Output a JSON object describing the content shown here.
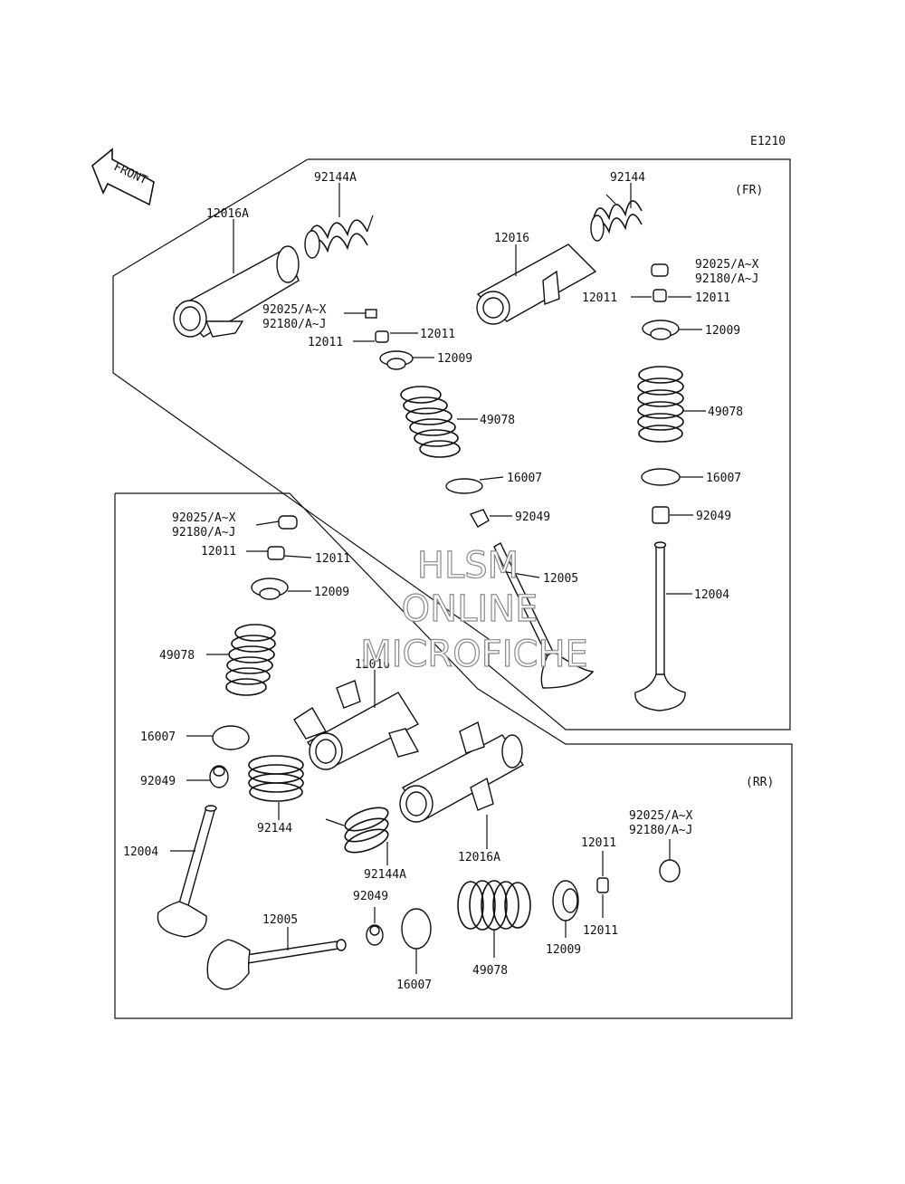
{
  "diagram": {
    "code": "E1210",
    "front_label": "FRONT",
    "sections": {
      "front": "(FR)",
      "rear": "(RR)"
    },
    "watermark": {
      "line1": "HLSM",
      "line2": "ONLINE",
      "line3": "MICROFICHE"
    },
    "labels": {
      "fr_92144A": "92144A",
      "fr_12016A": "12016A",
      "fr_l_92025": "92025/A~X",
      "fr_l_92180": "92180/A~J",
      "fr_l_12011a": "12011",
      "fr_l_12011b": "12011",
      "fr_l_12009": "12009",
      "fr_l_49078": "49078",
      "fr_l_16007": "16007",
      "fr_l_92049": "92049",
      "fr_12005": "12005",
      "fr_92144": "92144",
      "fr_12016": "12016",
      "fr_r_92025": "92025/A~X",
      "fr_r_92180": "92180/A~J",
      "fr_r_12011a": "12011",
      "fr_r_12011b": "12011",
      "fr_r_12009": "12009",
      "fr_r_49078": "49078",
      "fr_r_16007": "16007",
      "fr_r_92049": "92049",
      "fr_12004": "12004",
      "rr_l_92025": "92025/A~X",
      "rr_l_92180": "92180/A~J",
      "rr_l_12011a": "12011",
      "rr_l_12011b": "12011",
      "rr_l_12009": "12009",
      "rr_l_49078": "49078",
      "rr_12016": "12016",
      "rr_l_16007": "16007",
      "rr_l_92049": "92049",
      "rr_92144": "92144",
      "rr_12004": "12004",
      "rr_92144A": "92144A",
      "rr_12016A": "12016A",
      "rr_12005": "12005",
      "rr_b_92049": "92049",
      "rr_b_16007": "16007",
      "rr_b_49078": "49078",
      "rr_r_12009": "12009",
      "rr_r_12011a": "12011",
      "rr_r_12011b": "12011",
      "rr_r_92025": "92025/A~X",
      "rr_r_92180": "92180/A~J"
    }
  }
}
